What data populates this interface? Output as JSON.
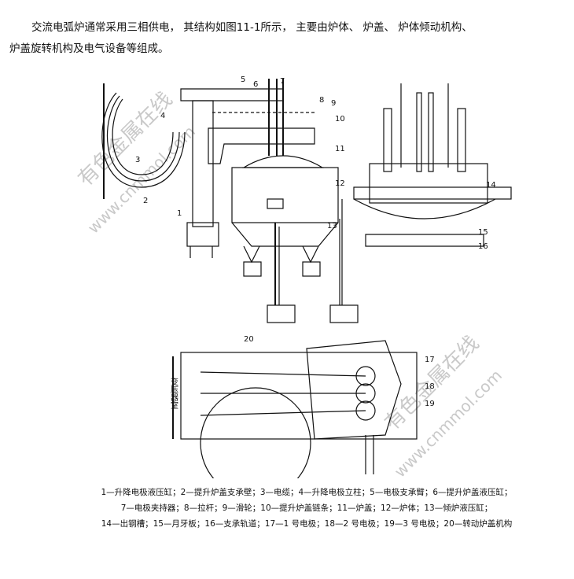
{
  "intro": {
    "line1": "交流电弧炉通常采用三相供电， 其结构如图11-1所示， 主要由炉体、 炉盖、 炉体倾动机构、",
    "line2": "炉盖旋转机构及电气设备等组成。"
  },
  "figure": {
    "side_label": "变压器室",
    "callouts": [
      "1",
      "2",
      "3",
      "4",
      "5",
      "6",
      "7",
      "8",
      "9",
      "10",
      "11",
      "12",
      "13",
      "14",
      "15",
      "16",
      "17",
      "18",
      "19",
      "20"
    ],
    "watermark_cn": "有色金属在线",
    "watermark_en": "www.cnmmol.com"
  },
  "caption": {
    "line1": "1—升降电极液压缸；2—提升炉盖支承壁；3—电缆；4—升降电极立柱；5—电极支承臂；6—提升炉盖液压缸；",
    "line2": "7—电极夹持器；8—拉杆；9—滑轮；10—提升炉盖链条；11—炉盖；12—炉体；13—倾炉液压缸；",
    "line3": "14—出钢槽；15—月牙板；16—支承轨道；17—1 号电极；18—2 号电极；19—3 号电极；20—转动炉盖机构"
  }
}
